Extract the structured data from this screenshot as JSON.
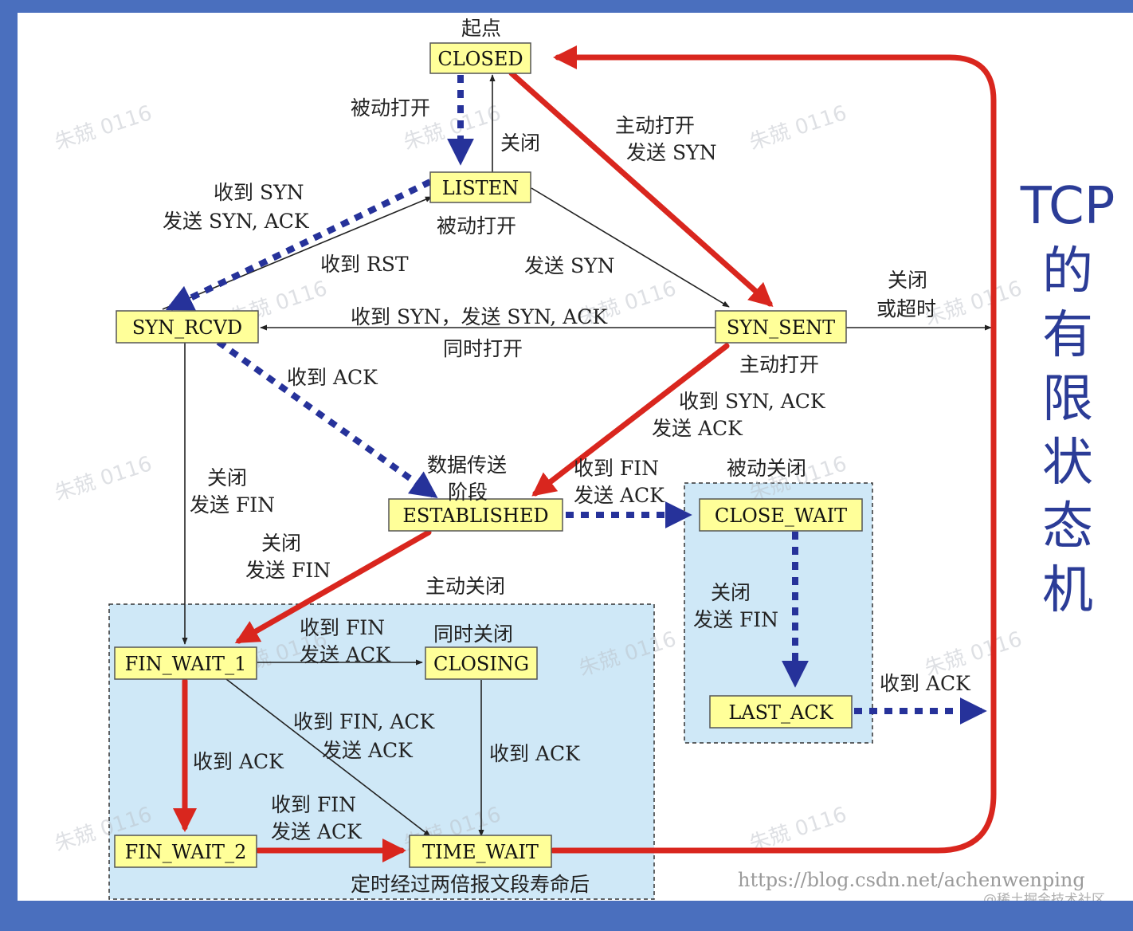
{
  "colors": {
    "state_fill": "#ffff99",
    "zone_fill": "#cfe8f7",
    "red": "#d9261e",
    "blue": "#26329a",
    "title": "#2b3c97",
    "border": "#4a6fbe"
  },
  "states": {
    "closed": "CLOSED",
    "listen": "LISTEN",
    "syn_rcvd": "SYN_RCVD",
    "syn_sent": "SYN_SENT",
    "established": "ESTABLISHED",
    "close_wait": "CLOSE_WAIT",
    "last_ack": "LAST_ACK",
    "fin_wait_1": "FIN_WAIT_1",
    "closing": "CLOSING",
    "fin_wait_2": "FIN_WAIT_2",
    "time_wait": "TIME_WAIT"
  },
  "labels": {
    "start": "起点",
    "passive_open_top": "被动打开",
    "close_top": "关闭",
    "active_open": "主动打开",
    "send_syn": "发送 SYN",
    "recv_syn": "收到 SYN",
    "send_syn_ack": "发送 SYN, ACK",
    "passive_open_listen": "被动打开",
    "recv_rst": "收到 RST",
    "send_syn_2": "发送 SYN",
    "close_or_timeout_1": "关闭",
    "close_or_timeout_2": "或超时",
    "simul_recv": "收到 SYN，发送 SYN, ACK",
    "simul_open": "同时打开",
    "active_open_2": "主动打开",
    "recv_syn_ack": "收到 SYN, ACK",
    "send_ack": "发送 ACK",
    "recv_ack": "收到 ACK",
    "data_transfer_1": "数据传送",
    "data_transfer_2": "阶段",
    "recv_fin": "收到 FIN",
    "send_ack_2": "发送 ACK",
    "passive_close": "被动关闭",
    "close_1": "关闭",
    "send_fin_1": "发送 FIN",
    "close_2": "关闭",
    "send_fin_2": "发送 FIN",
    "active_close": "主动关闭",
    "cw_close": "关闭",
    "cw_send_fin": "发送 FIN",
    "recv_ack_last": "收到 ACK",
    "fw1_recv_fin": "收到 FIN",
    "fw1_send_ack": "发送 ACK",
    "simul_close": "同时关闭",
    "recv_fin_ack": "收到 FIN, ACK",
    "send_ack_3": "发送 ACK",
    "fw1_recv_ack": "收到 ACK",
    "closing_recv_ack": "收到 ACK",
    "fw2_recv_fin": "收到 FIN",
    "fw2_send_ack": "发送 ACK",
    "timeout": "定时经过两倍报文段寿命后"
  },
  "title_chars": [
    "TCP",
    "的",
    "有",
    "限",
    "状",
    "态",
    "机"
  ],
  "watermark": "朱兢 0116",
  "source_url": "https://blog.csdn.net/achenwenping",
  "credit": "@稀土掘金技术社区"
}
